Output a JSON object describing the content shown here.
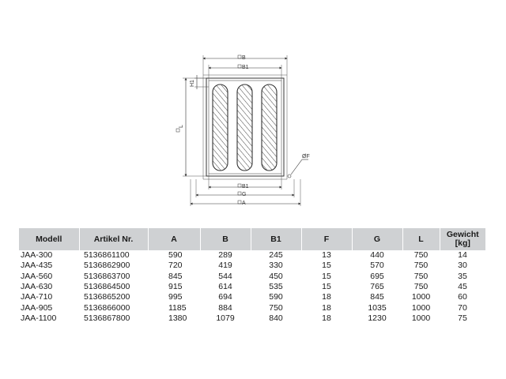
{
  "drawing": {
    "labels": {
      "b_top": "B",
      "b1_top": "B1",
      "h1": "H1",
      "l": "L",
      "f": "ØF",
      "b1_bottom": "B1",
      "g": "G",
      "a": "A"
    }
  },
  "table": {
    "headers": [
      "Modell",
      "Artikel Nr.",
      "A",
      "B",
      "B1",
      "F",
      "G",
      "L",
      "Gewicht\n[kg]"
    ],
    "rows": [
      [
        "JAA-300",
        "5136861100",
        "590",
        "289",
        "245",
        "13",
        "440",
        "750",
        "14"
      ],
      [
        "JAA-435",
        "5136862900",
        "720",
        "419",
        "330",
        "15",
        "570",
        "750",
        "30"
      ],
      [
        "JAA-560",
        "5136863700",
        "845",
        "544",
        "450",
        "15",
        "695",
        "750",
        "35"
      ],
      [
        "JAA-630",
        "5136864500",
        "915",
        "614",
        "535",
        "15",
        "765",
        "750",
        "45"
      ],
      [
        "JAA-710",
        "5136865200",
        "995",
        "694",
        "590",
        "18",
        "845",
        "1000",
        "60"
      ],
      [
        "JAA-905",
        "5136866000",
        "1185",
        "884",
        "750",
        "18",
        "1035",
        "1000",
        "70"
      ],
      [
        "JAA-1100",
        "5136867800",
        "1380",
        "1079",
        "840",
        "18",
        "1230",
        "1000",
        "75"
      ]
    ]
  },
  "colors": {
    "header_bg": "#cfd1d3",
    "line": "#333333",
    "text": "#1a1a1a"
  }
}
